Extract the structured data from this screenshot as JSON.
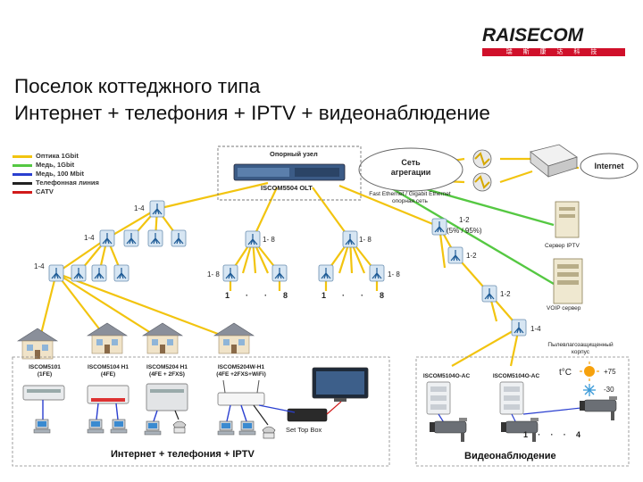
{
  "logo": {
    "word": "RAISECOM",
    "subline": "瑞 斯 康 达 科 技"
  },
  "title": {
    "line1": "Поселок коттеджного типа",
    "line2": "Интернет + телефония + IPTV + видеонаблюдение"
  },
  "legend": [
    {
      "label": "Оптика 1Gbit",
      "color": "#f2c40f"
    },
    {
      "label": "Медь, 1Gbit",
      "color": "#55c842"
    },
    {
      "label": "Медь, 100 Mbit",
      "color": "#2a3fd0"
    },
    {
      "label": "Телефонная линия",
      "color": "#222222"
    },
    {
      "label": "CATV",
      "color": "#d11a1a"
    }
  ],
  "core": {
    "node_label": "Опорный узел",
    "olt_label": "ISCOM5504 OLT",
    "aggregation": "Сеть\nагрегации",
    "aggregation_l1": "Сеть",
    "aggregation_l2": "агрегации",
    "internet": "Internet",
    "eth_note_l1": "Fast Ethernet / Gigabit Ethernet",
    "eth_note_l2": "опорная сеть"
  },
  "servers": {
    "iptv": "Сервер IPTV",
    "voip": "VOIP сервер"
  },
  "splits": {
    "s1": "1-4",
    "s2": "1-4",
    "s3": "1-4",
    "m1": "1- 8",
    "m2": "1- 8",
    "m3": "1- 8",
    "m4": "1- 8",
    "r1": "1-2",
    "r1_note": "(5% / 95%)",
    "r2": "1-2",
    "r3": "1-2",
    "r4": "1-4"
  },
  "ports": {
    "a": [
      "1",
      "·",
      "·",
      "8"
    ],
    "b": [
      "1",
      "·",
      "·",
      "8"
    ],
    "c": [
      "1",
      "·",
      "·",
      "·",
      "4"
    ]
  },
  "onu": [
    {
      "l1": "ISCOM5101",
      "l2": "(1FE)"
    },
    {
      "l1": "ISCOM5104 H1",
      "l2": "(4FE)"
    },
    {
      "l1": "ISCOM5204 H1",
      "l2": "(4FE + 2FXS)"
    },
    {
      "l1": "ISCOM5204W-H1",
      "l2": "(4FE +2FXS+WiFi)"
    }
  ],
  "video": {
    "onu1": "ISCOM5104O-AC",
    "onu2": "ISCOM5104O-AC",
    "enclosure_l1": "Пылевлагозащищенный",
    "enclosure_l2": "корпус",
    "temp_label": "t°C",
    "plus": "+75",
    "minus": "-30"
  },
  "stb": "Set Top Box",
  "captions": {
    "left": "Интернет + телефония + IPTV",
    "right": "Видеонаблюдение"
  }
}
